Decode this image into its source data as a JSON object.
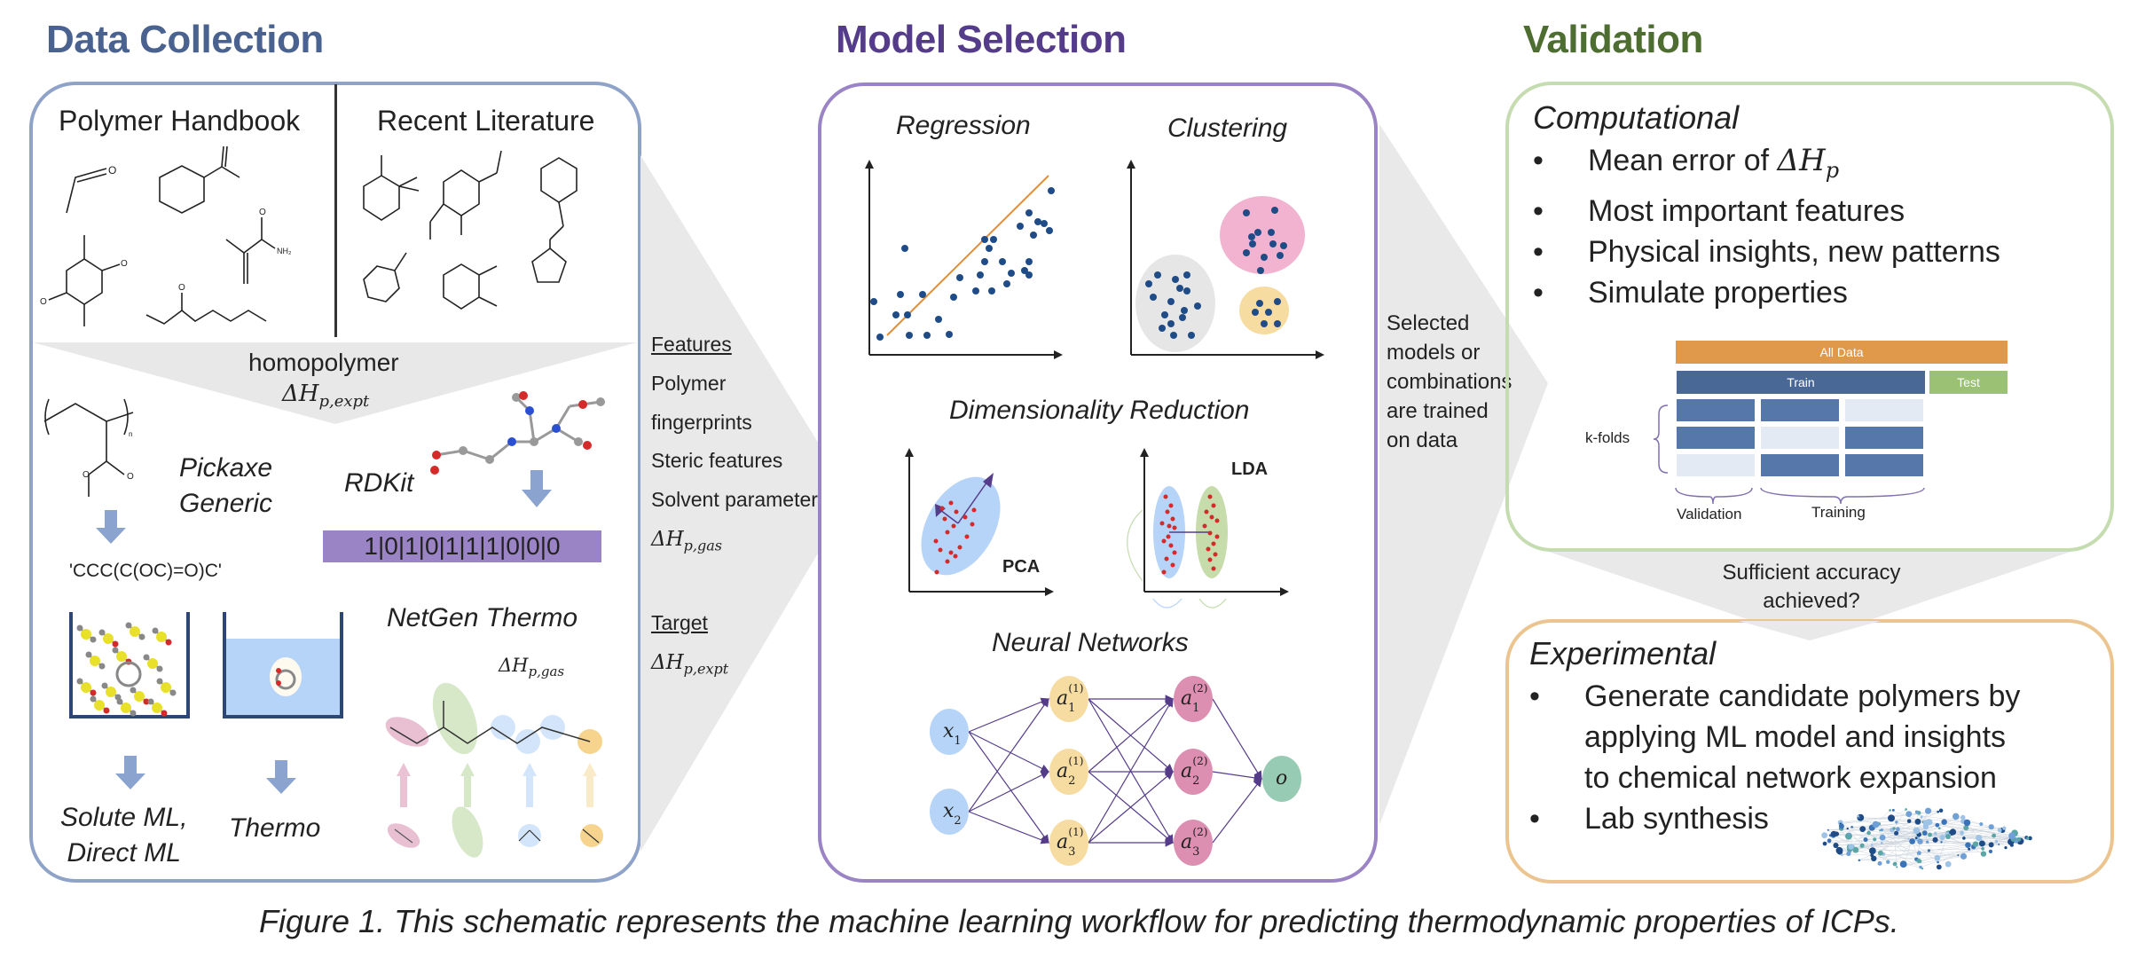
{
  "sections": {
    "data_collection": {
      "title": "Data Collection",
      "color": "#4a628f",
      "border_color": "#8fa3c9",
      "sources": [
        "Polymer Handbook",
        "Recent Literature"
      ],
      "homopolymer_label": "homopolymer",
      "homopolymer_quantity": "ΔH",
      "homopolymer_sub": "p,expt",
      "pickaxe_label": [
        "Pickaxe",
        "Generic"
      ],
      "smiles": "'CCC(C(OC)=O)C'",
      "rdkit_label": "RDKit",
      "fingerprint_bits": [
        "1",
        "0",
        "1",
        "0",
        "1",
        "1",
        "1",
        "0",
        "0",
        "0"
      ],
      "fingerprint_color": "#9b84c6",
      "netgen_label": "NetGen Thermo",
      "netgen_quantity": "ΔH",
      "netgen_sub": "p,gas",
      "solute_label": [
        "Solute ML,",
        "Direct ML"
      ],
      "thermo_label": "Thermo",
      "monomer_note": "NH₂"
    },
    "features_panel": {
      "features_heading": "Features",
      "features": [
        "Polymer",
        "fingerprints",
        "Steric features",
        "Solvent parameters"
      ],
      "feature_quantity": "ΔH",
      "feature_sub": "p,gas",
      "target_heading": "Target",
      "target_quantity": "ΔH",
      "target_sub": "p,expt"
    },
    "model_selection": {
      "title": "Model Selection",
      "color": "#553c8b",
      "border_color": "#9b84c6",
      "regression_label": "Regression",
      "clustering_label": "Clustering",
      "dimred_label": "Dimensionality Reduction",
      "pca_label": "PCA",
      "lda_label": "LDA",
      "nn_label": "Neural Networks",
      "nn_nodes": {
        "inputs": [
          {
            "base": "x",
            "sub": "1"
          },
          {
            "base": "x",
            "sub": "2"
          }
        ],
        "hidden1": [
          {
            "base": "a",
            "sub": "1",
            "sup": "(1)"
          },
          {
            "base": "a",
            "sub": "2",
            "sup": "(1)"
          },
          {
            "base": "a",
            "sub": "3",
            "sup": "(1)"
          }
        ],
        "hidden2": [
          {
            "base": "a",
            "sub": "1",
            "sup": "(2)"
          },
          {
            "base": "a",
            "sub": "2",
            "sup": "(2)"
          },
          {
            "base": "a",
            "sub": "3",
            "sup": "(2)"
          }
        ],
        "output": {
          "base": "o"
        }
      }
    },
    "selected_panel": {
      "lines": [
        "Selected",
        "models or",
        "combinations",
        "are trained",
        "on data"
      ]
    },
    "validation": {
      "title": "Validation",
      "color": "#4e6e31",
      "computational": {
        "heading": "Computational",
        "border_color": "#c4dcaf",
        "items": [
          "Mean error of ",
          "Most important features",
          "Physical insights, new patterns",
          "Simulate properties"
        ],
        "mean_error_quantity": "ΔH",
        "mean_error_sub": "p"
      },
      "kfold": {
        "all_data": "All Data",
        "train": "Train",
        "test": "Test",
        "kfolds_label": "k-folds",
        "validation_label": "Validation",
        "training_label": "Training",
        "colors": {
          "all_data": "#e0994a",
          "train": "#4a6896",
          "test": "#9ac174",
          "fold_dark": "#5577aa",
          "fold_light": "#e3eaf4"
        },
        "folds": [
          [
            "dark",
            "dark",
            "light"
          ],
          [
            "dark",
            "light",
            "dark"
          ],
          [
            "light",
            "dark",
            "dark"
          ]
        ]
      },
      "accuracy_question": [
        "Sufficient accuracy",
        "achieved?"
      ],
      "experimental": {
        "heading": "Experimental",
        "border_color": "#ecc48f",
        "items": [
          [
            "Generate candidate polymers by",
            "applying ML model and insights",
            "to chemical  network expansion"
          ],
          [
            "Lab synthesis"
          ]
        ]
      }
    }
  },
  "caption": "Figure 1. This schematic represents the machine learning workflow for predicting thermodynamic properties of ICPs."
}
